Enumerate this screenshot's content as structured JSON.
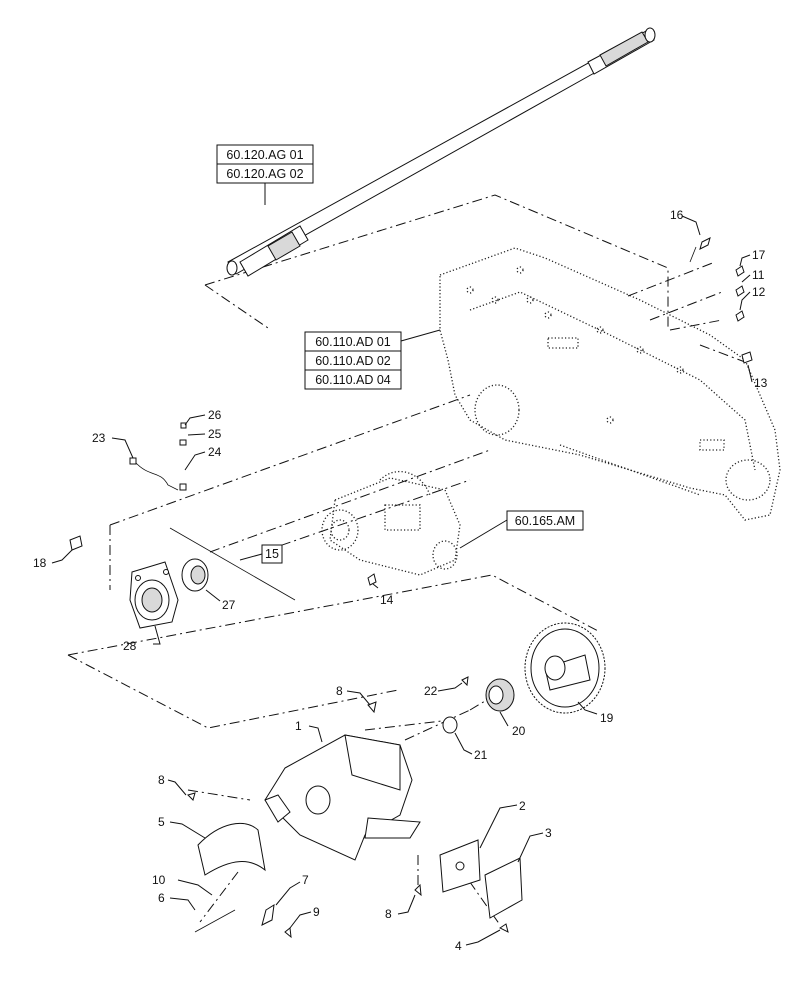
{
  "diagram": {
    "reference_boxes": [
      {
        "id": "ref-shaft-1",
        "label": "60.120.AG 01"
      },
      {
        "id": "ref-shaft-2",
        "label": "60.120.AG 02"
      },
      {
        "id": "ref-frame-1",
        "label": "60.110.AD 01"
      },
      {
        "id": "ref-frame-2",
        "label": "60.110.AD 02"
      },
      {
        "id": "ref-frame-3",
        "label": "60.110.AD 04"
      },
      {
        "id": "ref-gearbox",
        "label": "60.165.AM"
      },
      {
        "id": "ref-15",
        "label": "15"
      }
    ],
    "callouts": {
      "c1": "1",
      "c2": "2",
      "c3": "3",
      "c4": "4",
      "c5": "5",
      "c6": "6",
      "c7": "7",
      "c8a": "8",
      "c8b": "8",
      "c8c": "8",
      "c9": "9",
      "c10": "10",
      "c11": "11",
      "c12": "12",
      "c13": "13",
      "c14": "14",
      "c16": "16",
      "c17": "17",
      "c18": "18",
      "c19": "19",
      "c20": "20",
      "c21": "21",
      "c22": "22",
      "c23": "23",
      "c24": "24",
      "c25": "25",
      "c26": "26",
      "c27": "27",
      "c28": "28"
    }
  }
}
